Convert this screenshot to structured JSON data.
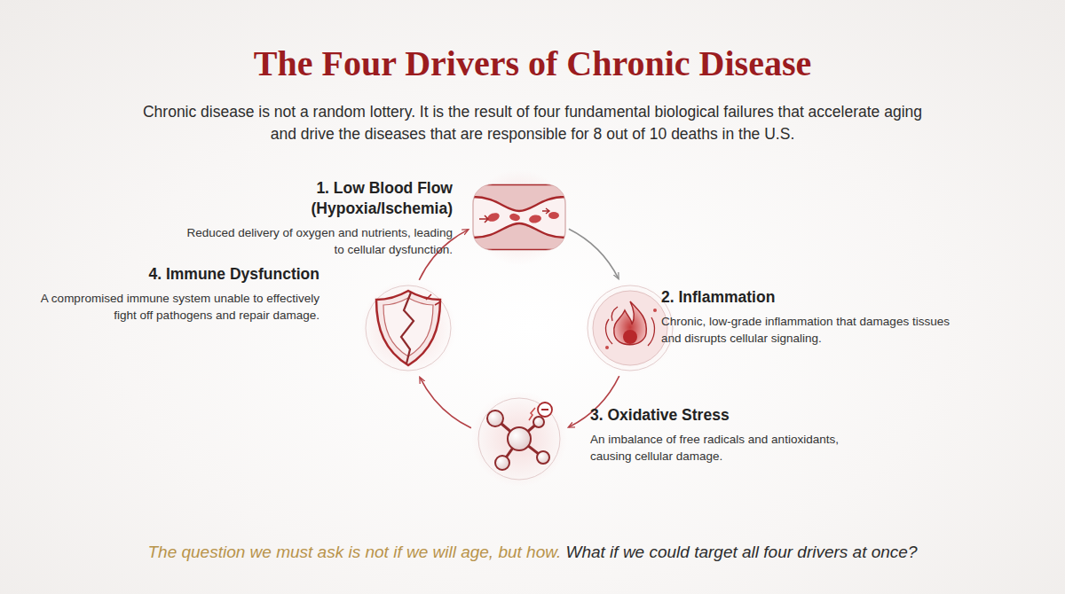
{
  "diagram": {
    "title": "The Four Drivers of Chronic Disease",
    "caption": "The question we must ask is not if we will age, but how.",
    "nodes": [
      {
        "text": [
          "1. Low Blood Flow (Hypoxia/Ischemia)",
          "Reduced delivery of oxygen and nutrients, leading to cellular dysfunction."
        ]
      },
      {
        "text": [
          "2. Inflammation",
          "Chronic, low-grade inflammation that damages tissues and disrupts cellular signaling."
        ]
      },
      {
        "text": [
          "3. Oxidative Stress",
          "An imbalance of free radicals and antioxidants, causing cellular damage."
        ]
      },
      {
        "text": [
          "4. Immune Dysfunction",
          "A compromised immune system unable to effectively fight off pathogens and repair damage."
        ]
      }
    ],
    "edges": [
      {
        "from": 0,
        "to": 1,
        "arrow": "to"
      },
      {
        "from": 1,
        "to": 2,
        "arrow": "to"
      },
      {
        "from": 2,
        "to": 3,
        "arrow": "to"
      },
      {
        "from": 3,
        "to": 0,
        "arrow": "to"
      }
    ],
    "labels": [
      "Chronic disease is not a random lottery. It is the result of four fundamental biological failures that accelerate aging and drive the diseases that are responsible for 8 out of 10 deaths in the U.S.",
      "What if we could target all four drivers at once?"
    ]
  }
}
